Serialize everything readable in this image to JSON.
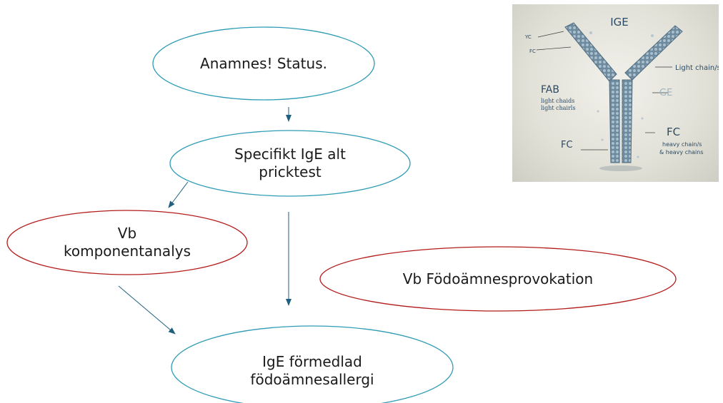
{
  "nodes": {
    "anamnes": "Anamnes! Status.",
    "specifikt": "Specifikt IgE alt\npricktest",
    "komponent": "Vb\nkomponentanalys",
    "provokation": "Vb Födoämnesprovokation",
    "allergi": "IgE förmedlad\nfödoämnesallergi"
  },
  "figure": {
    "title": "IGE",
    "yc": "YC",
    "fc_small": "FC",
    "light_chains": "Light chain/s",
    "fab": "FAB",
    "fab_sub1": "light chaids",
    "fab_sub2": "light chairls",
    "ge": "GE",
    "fc_right": "FC",
    "heavy1": "heavy chain/s",
    "heavy2": "& heavy chains",
    "fc_left": "FC"
  },
  "colors": {
    "teal_outline": "#2e9bb5",
    "red_outline": "#b31b1b",
    "arrow": "#1f5f80"
  }
}
